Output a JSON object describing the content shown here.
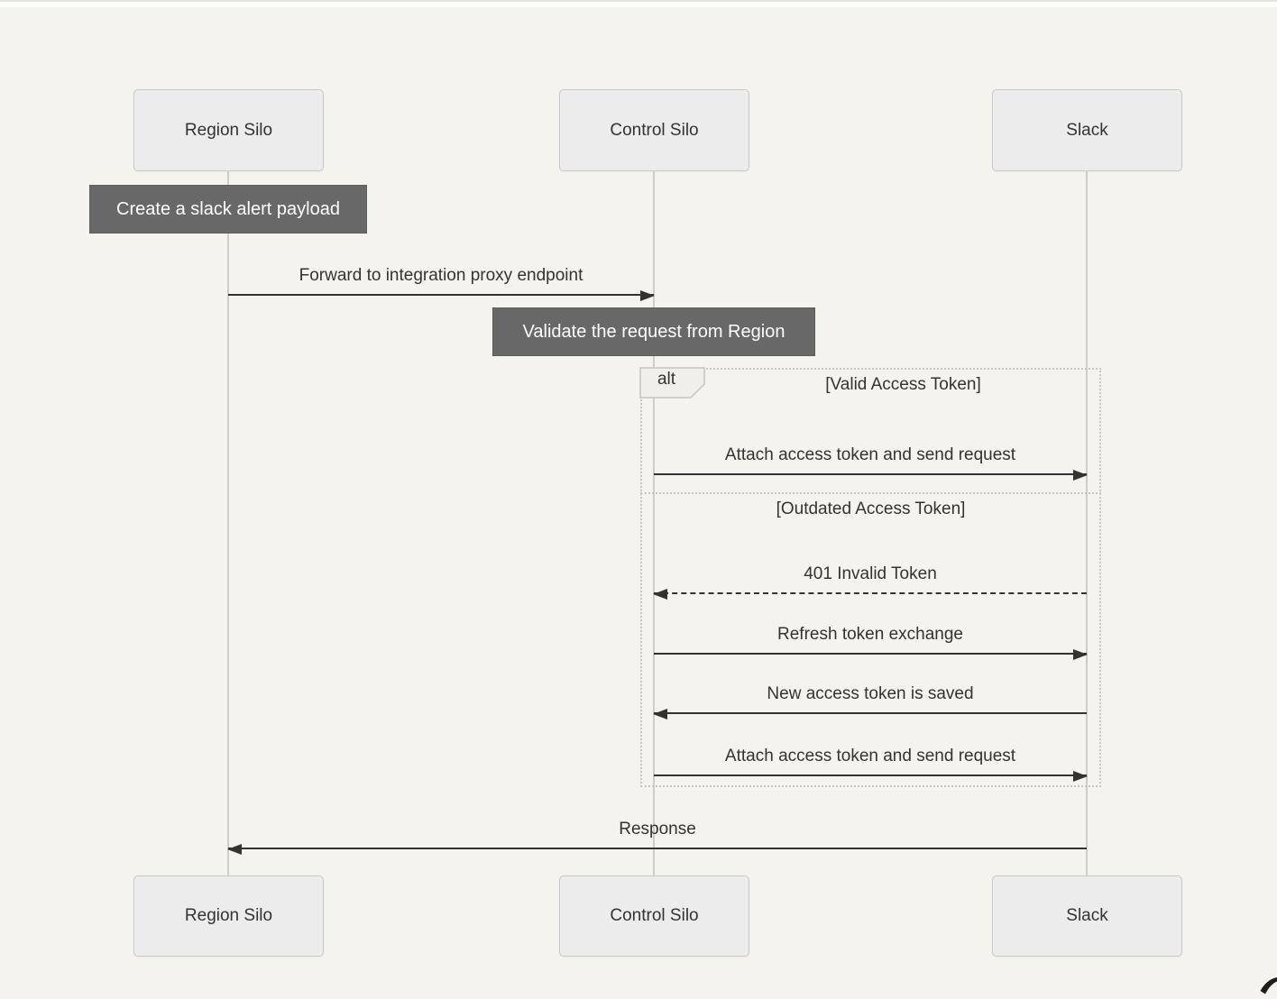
{
  "diagram": {
    "type": "sequence",
    "actors": [
      {
        "id": "region",
        "label": "Region Silo"
      },
      {
        "id": "control",
        "label": "Control Silo"
      },
      {
        "id": "slack",
        "label": "Slack"
      }
    ],
    "notes": [
      {
        "text": "Create a slack alert payload",
        "over": "region"
      },
      {
        "text": "Validate the request from Region",
        "over": "control"
      }
    ],
    "messages": [
      {
        "text": "Forward to integration proxy endpoint",
        "from": "region",
        "to": "control",
        "line": "solid"
      },
      {
        "text": "Attach access token and send request",
        "from": "control",
        "to": "slack",
        "line": "solid"
      },
      {
        "text": "401 Invalid Token",
        "from": "slack",
        "to": "control",
        "line": "dashed"
      },
      {
        "text": "Refresh token exchange",
        "from": "control",
        "to": "slack",
        "line": "solid"
      },
      {
        "text": "New access token is saved",
        "from": "slack",
        "to": "control",
        "line": "solid"
      },
      {
        "text": "Attach access token and send request",
        "from": "control",
        "to": "slack",
        "line": "solid"
      },
      {
        "text": "Response",
        "from": "slack",
        "to": "region",
        "line": "solid"
      }
    ],
    "alt": {
      "label": "alt",
      "sections": [
        {
          "condition": "[Valid Access Token]"
        },
        {
          "condition": "[Outdated Access Token]"
        }
      ]
    },
    "colors": {
      "background": "#f5f3ee",
      "actor_fill": "#ececec",
      "actor_border": "#c9c9c9",
      "note_fill": "#686868",
      "note_text": "#ffffff",
      "line": "#333333",
      "frame_border": "#c8c6c2",
      "lifeline": "#cfcdc9"
    }
  }
}
